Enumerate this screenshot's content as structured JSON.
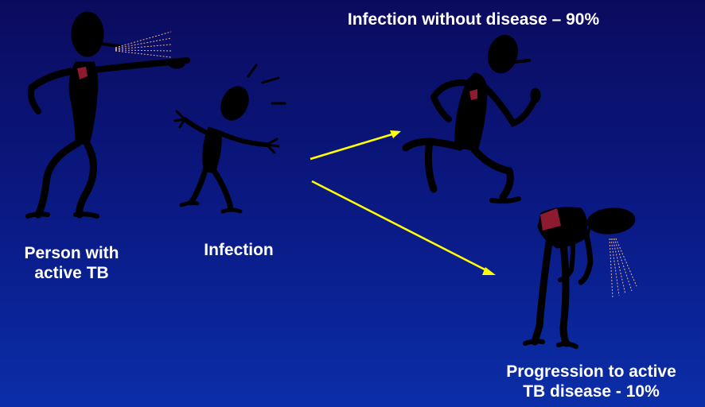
{
  "labels": {
    "top_right": "Infection without disease – 90%",
    "person_line1": "Person with",
    "person_line2": "active TB",
    "infection": "Infection",
    "progression_line1": "Progression to active",
    "progression_line2": "TB disease - 10%"
  },
  "colors": {
    "background_top": "#0b0b5e",
    "background_bottom": "#0b2ea8",
    "figure": "#000000",
    "lung": "#8e1a2f",
    "arrow": "#ffff00",
    "spray": "#e8b28a",
    "text": "#ffffff"
  },
  "icons": [
    "coughing-person-icon",
    "infected-person-icon",
    "running-person-icon",
    "sick-person-icon"
  ]
}
